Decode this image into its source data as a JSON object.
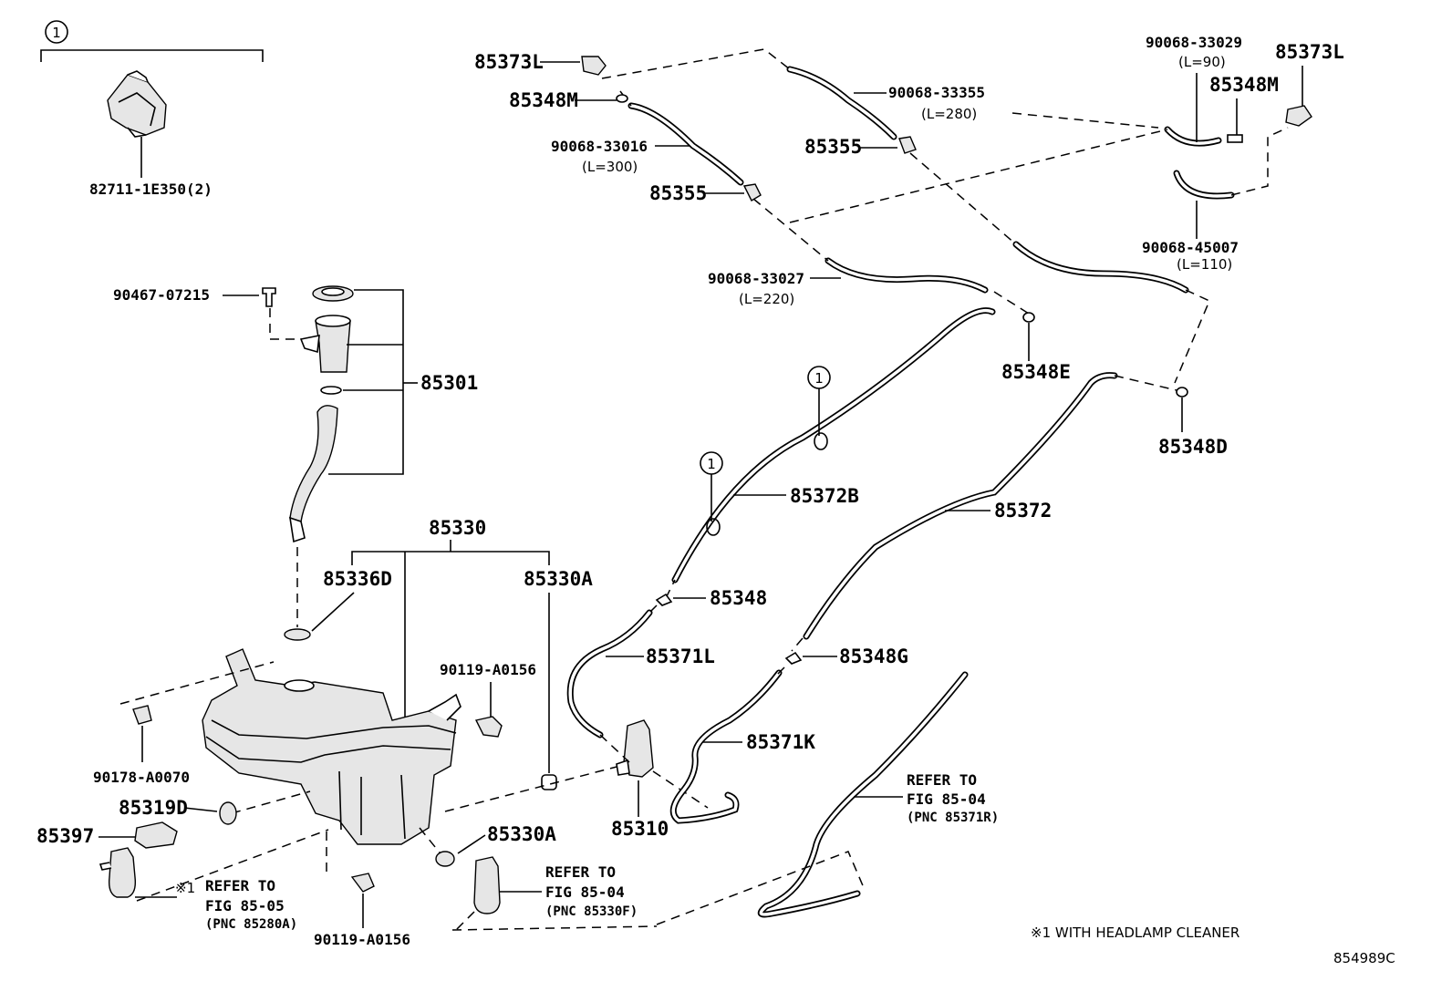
{
  "diagram": {
    "code": "854989C",
    "footnote": "※1 WITH HEADLAMP CLEANER",
    "marker": "1",
    "symbol_note": "※1",
    "labels": {
      "p82711": "82711-1E350(2)",
      "p90467": "90467-07215",
      "p85301": "85301",
      "p85330": "85330",
      "p85336D": "85336D",
      "p85330A_top": "85330A",
      "p90119_top": "90119-A0156",
      "p90178": "90178-A0070",
      "p85319D": "85319D",
      "p85397": "85397",
      "p85330A_bot": "85330A",
      "p90119_bot": "90119-A0156",
      "p85310": "85310",
      "p85373L_a": "85373L",
      "p85348M_a": "85348M",
      "p90068_33016": "90068-33016",
      "p90068_33016_len": "(L=300)",
      "p85355_a": "85355",
      "p90068_33355": "90068-33355",
      "p90068_33355_len": "(L=280)",
      "p85355_b": "85355",
      "p90068_33027": "90068-33027",
      "p90068_33027_len": "(L=220)",
      "p85348E": "85348E",
      "p90068_33029": "90068-33029",
      "p90068_33029_len": "(L=90)",
      "p85373L_b": "85373L",
      "p85348M_b": "85348M",
      "p90068_45007": "90068-45007",
      "p90068_45007_len": "(L=110)",
      "p85348D": "85348D",
      "p85372B": "85372B",
      "p85372": "85372",
      "p85348": "85348",
      "p85348G": "85348G",
      "p85371L": "85371L",
      "p85371K": "85371K"
    },
    "refs": {
      "ref_a_line1": "REFER TO",
      "ref_a_line2": "FIG 85-05",
      "ref_a_line3": "(PNC 85280A)",
      "ref_b_line1": "REFER TO",
      "ref_b_line2": "FIG 85-04",
      "ref_b_line3": "(PNC 85330F)",
      "ref_c_line1": "REFER TO",
      "ref_c_line2": "FIG 85-04",
      "ref_c_line3": "(PNC 85371R)"
    }
  }
}
